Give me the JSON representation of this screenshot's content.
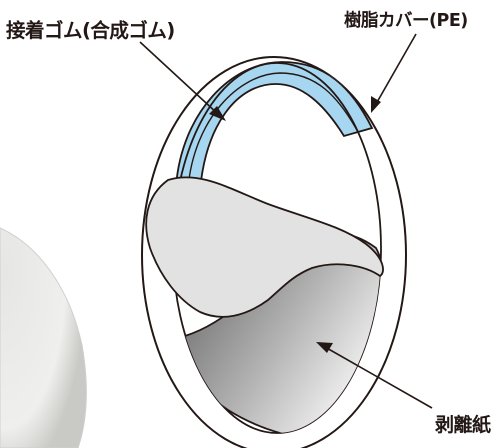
{
  "labels": {
    "adhesive": "接着ゴム(合成ゴム)",
    "cover": "樹脂カバー(PE)",
    "liner": "剥離紙"
  },
  "colors": {
    "adhesive_band": "#a6d6f0",
    "outline": "#231815",
    "leader": "#231815",
    "release_paper": "#e2e2e2",
    "liner_shadow": "#6f6f6f",
    "background_object": "#eeeeec"
  }
}
